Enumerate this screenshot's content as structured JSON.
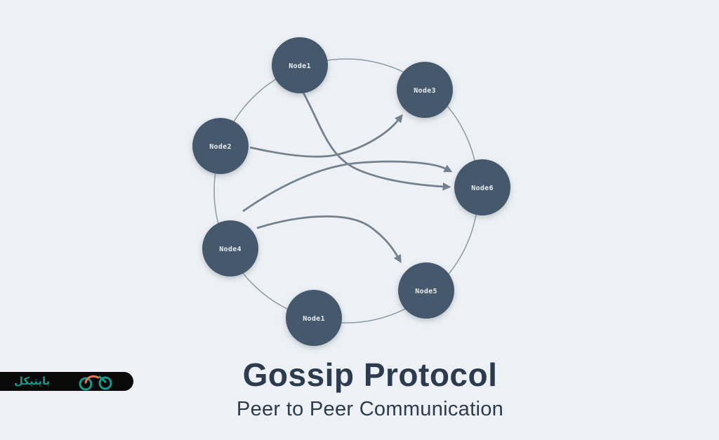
{
  "title": "Gossip Protocol",
  "subtitle": "Peer to Peer Communication",
  "brand": {
    "name": "بايتيكل"
  },
  "nodes": [
    {
      "id": "node1-top",
      "label": "Node1"
    },
    {
      "id": "node2",
      "label": "Node2"
    },
    {
      "id": "node3",
      "label": "Node3"
    },
    {
      "id": "node4",
      "label": "Node4"
    },
    {
      "id": "node5",
      "label": "Node5"
    },
    {
      "id": "node6",
      "label": "Node6"
    },
    {
      "id": "node1-bottom",
      "label": "Node1"
    }
  ],
  "edges": [
    {
      "from": "Node1 (top)",
      "to": "Node6"
    },
    {
      "from": "Node2",
      "to": "Node3"
    },
    {
      "from": "Node4",
      "to": "Node6"
    },
    {
      "from": "Node4",
      "to": "Node5"
    }
  ],
  "colors": {
    "background": "#edf1f6",
    "node_fill": "#46586b",
    "node_label": "#e8edf2",
    "ring": "#8d99a6",
    "arrow": "#74818e",
    "title_text": "#2c3b4d",
    "logo_teal": "#17998b",
    "logo_orange": "#e6794e",
    "logo_background": "#0a0a0a"
  }
}
